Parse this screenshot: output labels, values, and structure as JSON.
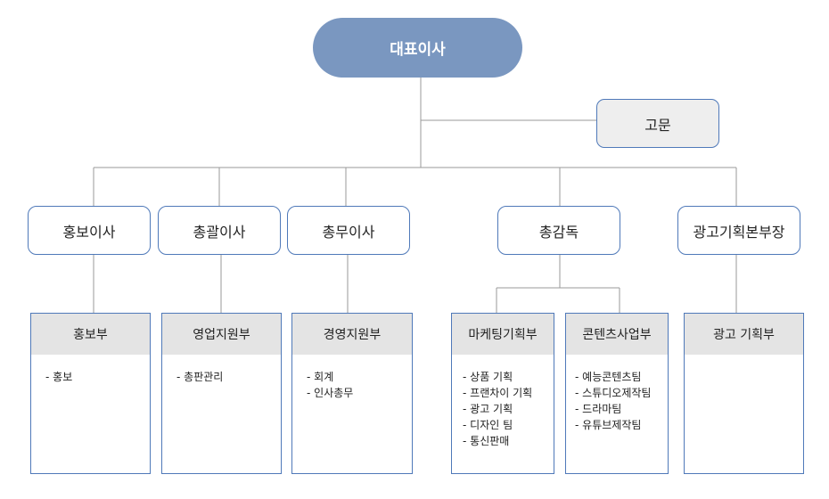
{
  "ceo": "대표이사",
  "advisor": "고문",
  "executives": [
    {
      "label": "홍보이사"
    },
    {
      "label": "총괄이사"
    },
    {
      "label": "총무이사"
    },
    {
      "label": "총감독"
    },
    {
      "label": "광고기획본부장"
    }
  ],
  "departments": [
    {
      "name": "홍보부",
      "items": [
        "홍보"
      ]
    },
    {
      "name": "영업지원부",
      "items": [
        "총판관리"
      ]
    },
    {
      "name": "경영지원부",
      "items": [
        "회계",
        "인사총무"
      ]
    },
    {
      "name": "마케팅기획부",
      "items": [
        "상품 기획",
        "프랜차이 기획",
        "광고 기획",
        "디자인 팀",
        "통신판매"
      ]
    },
    {
      "name": "콘텐츠사업부",
      "items": [
        "예능콘텐츠팀",
        "스튜디오제작팀",
        "드라마팀",
        "유튜브제작팀"
      ]
    },
    {
      "name": "광고 기획부",
      "items": []
    }
  ],
  "colors": {
    "ceo_fill": "#7a97c0",
    "box_border": "#4f79b9",
    "header_fill": "#e4e4e4",
    "advisor_fill": "#eeeeee",
    "connector": "#9a9a9a"
  }
}
